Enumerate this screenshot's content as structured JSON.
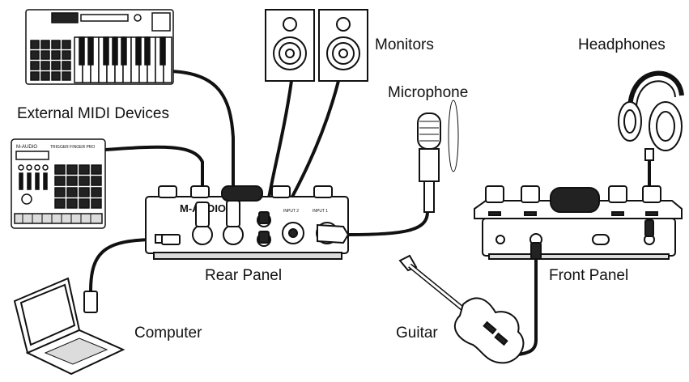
{
  "labels": {
    "external_midi": "External MIDI Devices",
    "monitors": "Monitors",
    "microphone": "Microphone",
    "headphones": "Headphones",
    "rear_panel": "Rear Panel",
    "front_panel": "Front Panel",
    "computer": "Computer",
    "guitar": "Guitar"
  },
  "device_text": {
    "interface_brand": "M-AUDIO",
    "pad_controller_brand": "M-AUDIO",
    "pad_controller_model": "TRIGGER FINGER PRO",
    "input_2": "INPUT 2",
    "input_1": "INPUT 1"
  },
  "icons": [
    "midi-keyboard-icon",
    "pad-controller-icon",
    "studio-monitor-icon",
    "microphone-icon",
    "headphones-icon",
    "audio-interface-rear-icon",
    "audio-interface-front-icon",
    "laptop-icon",
    "electric-guitar-icon",
    "usb-plug-icon",
    "midi-plug-icon",
    "quarter-inch-plug-icon"
  ],
  "colors": {
    "line": "#111111",
    "fill": "#ffffff",
    "shade": "#dcdcdc",
    "dark": "#222222"
  }
}
